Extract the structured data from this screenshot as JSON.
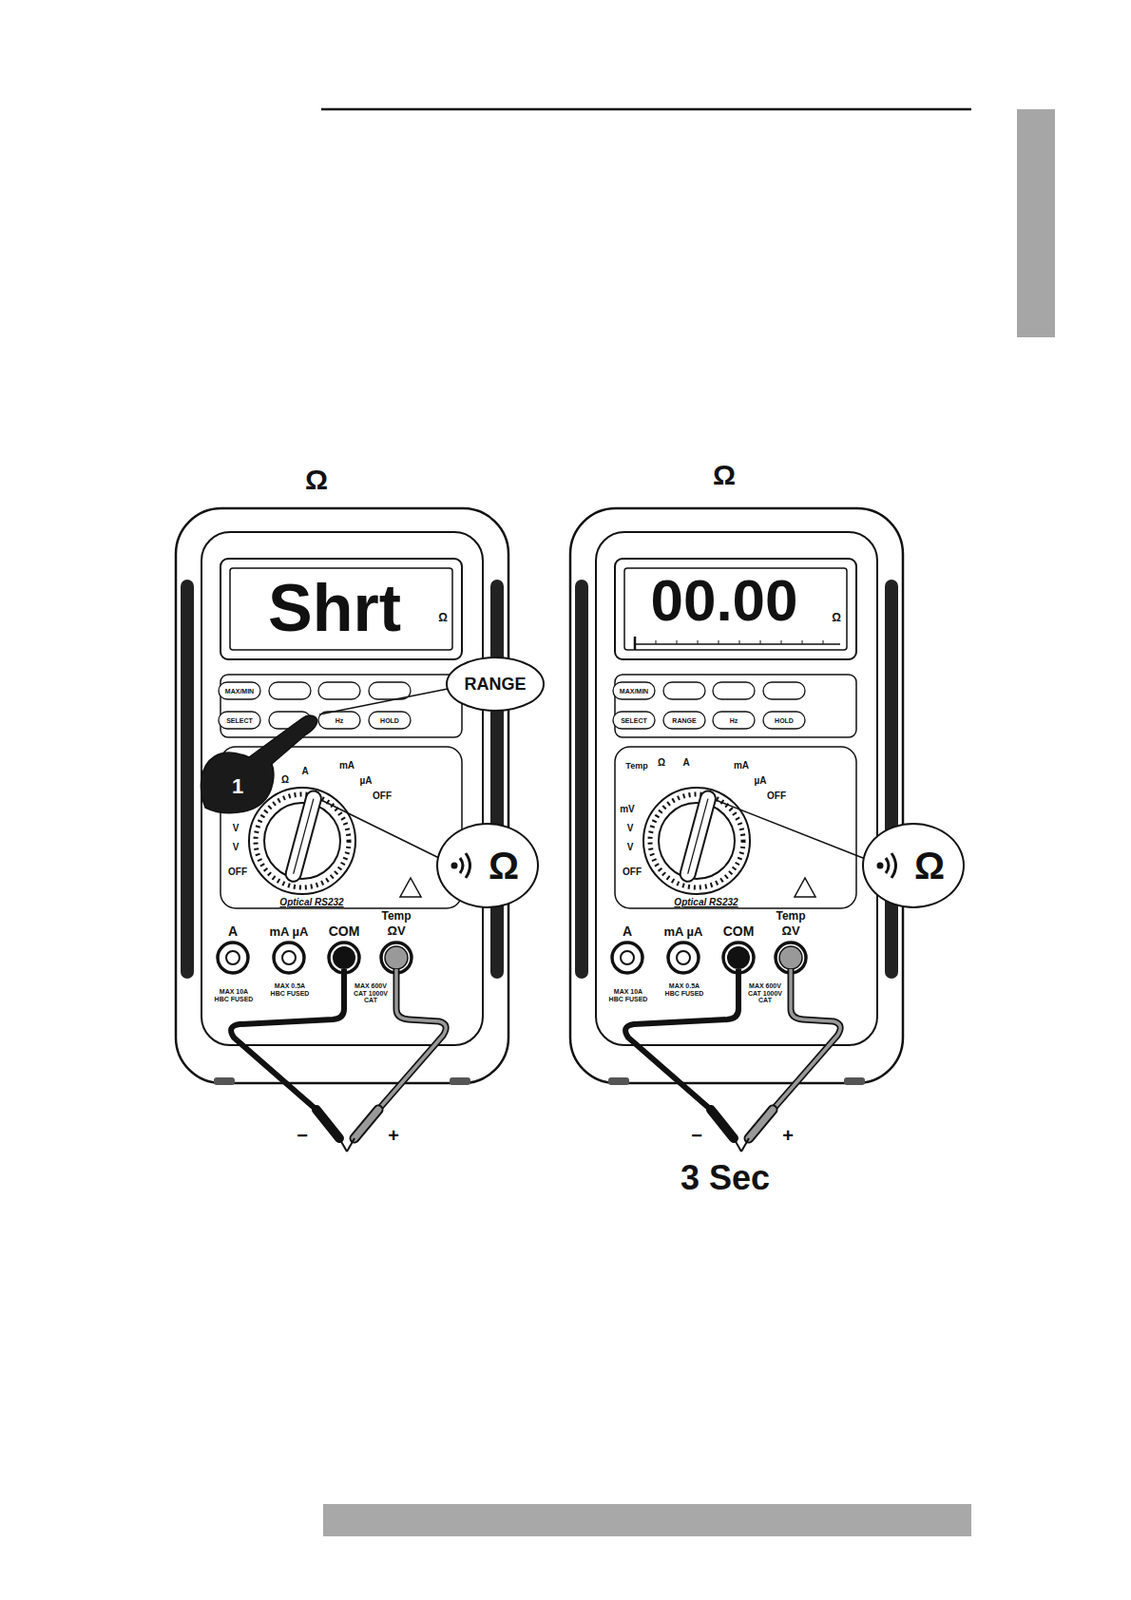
{
  "diagram": {
    "nodes": [
      {
        "text": [
          "RANGE"
        ]
      },
      {
        "text": [
          "Ω"
        ]
      },
      {
        "text": [
          "Ω"
        ]
      }
    ],
    "labels": [
      "Ω",
      "Ω",
      "Shrt",
      "Ω",
      "MAX/MIN",
      "SELECT",
      "Hz",
      "HOLD",
      "1",
      "Ω",
      "A",
      "mA",
      "µA",
      "OFF",
      "V",
      "V",
      "OFF",
      "Optical RS232",
      "A",
      "mA µA",
      "COM",
      "Temp",
      "ΩV",
      "MAX 10A HBC FUSED",
      "MAX 0.5A HBC FUSED",
      "MAX 600V CAT 1000V CAT",
      "−",
      "+",
      "00.00",
      "Ω",
      "MAX/MIN",
      "SELECT",
      "RANGE",
      "Hz",
      "HOLD",
      "Temp",
      "Ω",
      "A",
      "mA",
      "µA",
      "OFF",
      "mV",
      "V",
      "V",
      "OFF",
      "Optical RS232",
      "A",
      "mA µA",
      "COM",
      "Temp",
      "ΩV",
      "MAX 10A HBC FUSED",
      "MAX 0.5A HBC FUSED",
      "MAX 600V CAT 1000V CAT",
      "−",
      "+",
      "3 Sec"
    ]
  }
}
